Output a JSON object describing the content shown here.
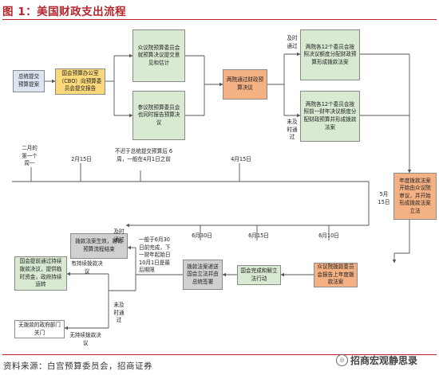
{
  "title": "图 1：美国财政支出流程",
  "boxes": {
    "president": "总统提交预算提案",
    "cbo": "国会预算办公室（CBO）向预算委员会提交报告",
    "house_budget": "众议院预算委员会就预算决议提交意见和估计",
    "senate_budget": "参议院预算委员会也同时报告预算决议",
    "both_pass": "两院通过财政预算决议",
    "house12": "两院各12个委员会按照决议额度分配财政预算形成拨款法案",
    "senate12": "两院各12个委员会按照前一财年决议额度分配财政预算并形成拨款法案",
    "fy_start": "年度拨款法案开始由众议院审议，并开始形成拨款法案立法",
    "house_bill": "众议院拨款委员会报告上年度拨款法案",
    "congress_done": "国会完成和解立法行动",
    "bill_to_president": "拨款法案递送国会立法并由总统签署",
    "continuing": "国会提前通过持续拨款决议，提供临时资金，政府持续运转",
    "law_effective": "拨款法案生效，财政预算流程结束",
    "shutdown": "无拨款的政府部门关门"
  },
  "labels": {
    "on_time_top": "及时通过",
    "not_on_time_top": "未及时通过",
    "needs_continuing": "有持续拨款决议",
    "on_time_bottom": "及时通过",
    "not_on_time_bottom": "未及时通过",
    "no_continuing": "无持续拨款决议",
    "usually_by": "一般于6月30日前完成，下一财年起始日10月1日是最后期限"
  },
  "timeline": {
    "first_monday": "二月的第一个周一",
    "feb15": "2月15日",
    "no_later": "不迟于总统提交预算后 6 周，一般在4月1日之前",
    "apr15": "4月15日",
    "may15": "5月15日",
    "jun30": "6月30日",
    "jun15": "6月15日",
    "jun10": "6月10日"
  },
  "footer": {
    "source": "资料来源：白宫预算委员会，招商证券",
    "watermark": "招商宏观静思录",
    "watermark_icon": "wechat-icon"
  },
  "colors": {
    "title_red": "#b5252b",
    "blue_fill": "#dce6f2",
    "yellow_fill": "#fbd87a",
    "green_fill": "#d9ead3",
    "salmon_fill": "#f4b183",
    "gray_fill": "#d0d0d0",
    "white_fill": "#ffffff"
  }
}
